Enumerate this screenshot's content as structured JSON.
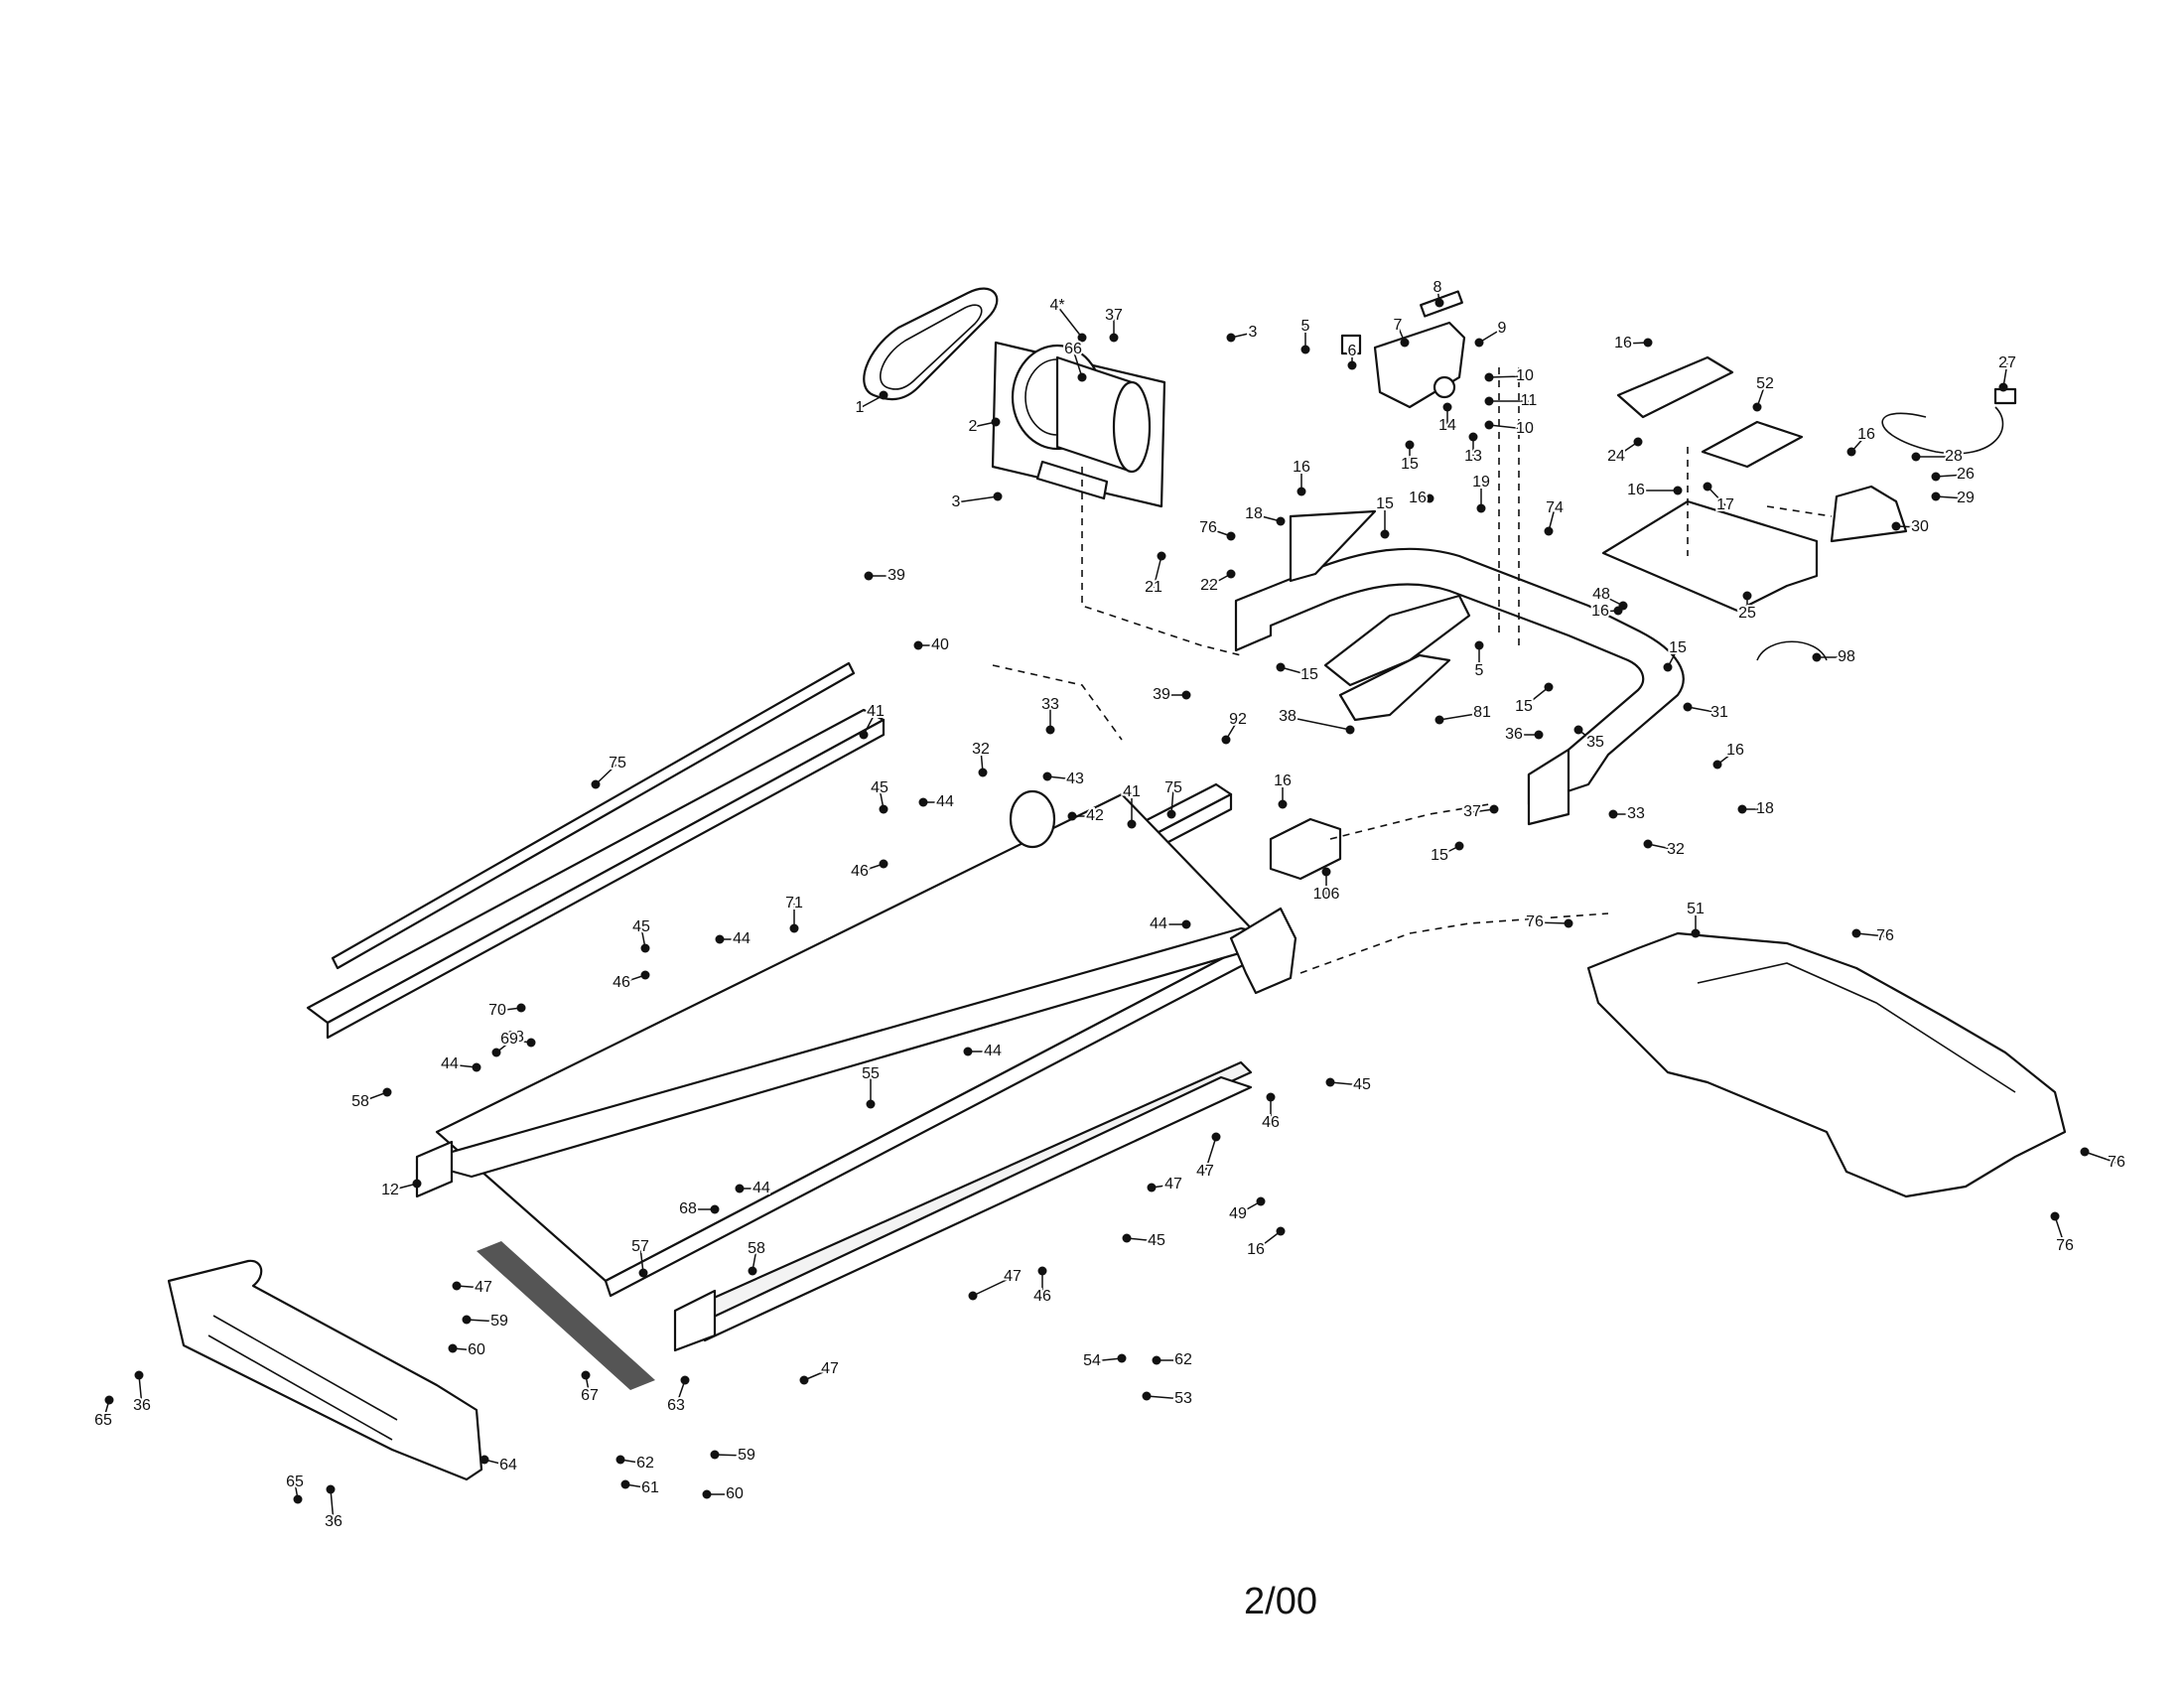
{
  "footer": {
    "date_code": "2/00"
  },
  "callouts": [
    {
      "id": "c1",
      "label": "1"
    },
    {
      "id": "c2",
      "label": "2"
    },
    {
      "id": "c3a",
      "label": "3"
    },
    {
      "id": "c3b",
      "label": "3"
    },
    {
      "id": "c4",
      "label": "4*"
    },
    {
      "id": "c5a",
      "label": "5"
    },
    {
      "id": "c5b",
      "label": "5"
    },
    {
      "id": "c6",
      "label": "6"
    },
    {
      "id": "c7",
      "label": "7"
    },
    {
      "id": "c8",
      "label": "8"
    },
    {
      "id": "c9",
      "label": "9"
    },
    {
      "id": "c10a",
      "label": "10"
    },
    {
      "id": "c10b",
      "label": "10"
    },
    {
      "id": "c11",
      "label": "11"
    },
    {
      "id": "c12",
      "label": "12"
    },
    {
      "id": "c13",
      "label": "13"
    },
    {
      "id": "c14",
      "label": "14"
    },
    {
      "id": "c15a",
      "label": "15"
    },
    {
      "id": "c15b",
      "label": "15"
    },
    {
      "id": "c15c",
      "label": "15"
    },
    {
      "id": "c15d",
      "label": "15"
    },
    {
      "id": "c15e",
      "label": "15"
    },
    {
      "id": "c15f",
      "label": "15"
    },
    {
      "id": "c16a",
      "label": "16"
    },
    {
      "id": "c16b",
      "label": "16"
    },
    {
      "id": "c16c",
      "label": "16"
    },
    {
      "id": "c16d",
      "label": "16"
    },
    {
      "id": "c16e",
      "label": "16"
    },
    {
      "id": "c16f",
      "label": "16"
    },
    {
      "id": "c16g",
      "label": "16"
    },
    {
      "id": "c16h",
      "label": "16"
    },
    {
      "id": "c16i",
      "label": "16"
    },
    {
      "id": "c17",
      "label": "17"
    },
    {
      "id": "c18a",
      "label": "18"
    },
    {
      "id": "c18b",
      "label": "18"
    },
    {
      "id": "c19",
      "label": "19"
    },
    {
      "id": "c21",
      "label": "21"
    },
    {
      "id": "c22",
      "label": "22"
    },
    {
      "id": "c24",
      "label": "24"
    },
    {
      "id": "c25",
      "label": "25"
    },
    {
      "id": "c26",
      "label": "26"
    },
    {
      "id": "c27",
      "label": "27"
    },
    {
      "id": "c28",
      "label": "28"
    },
    {
      "id": "c29",
      "label": "29"
    },
    {
      "id": "c30",
      "label": "30"
    },
    {
      "id": "c31",
      "label": "31"
    },
    {
      "id": "c32a",
      "label": "32"
    },
    {
      "id": "c32b",
      "label": "32"
    },
    {
      "id": "c33a",
      "label": "33"
    },
    {
      "id": "c33b",
      "label": "33"
    },
    {
      "id": "c35",
      "label": "35"
    },
    {
      "id": "c36a",
      "label": "36"
    },
    {
      "id": "c36b",
      "label": "36"
    },
    {
      "id": "c36c",
      "label": "36"
    },
    {
      "id": "c37a",
      "label": "37"
    },
    {
      "id": "c37b",
      "label": "37"
    },
    {
      "id": "c38",
      "label": "38"
    },
    {
      "id": "c39a",
      "label": "39"
    },
    {
      "id": "c39b",
      "label": "39"
    },
    {
      "id": "c40",
      "label": "40"
    },
    {
      "id": "c41a",
      "label": "41"
    },
    {
      "id": "c41b",
      "label": "41"
    },
    {
      "id": "c42",
      "label": "42"
    },
    {
      "id": "c43",
      "label": "43"
    },
    {
      "id": "c44a",
      "label": "44"
    },
    {
      "id": "c44b",
      "label": "44"
    },
    {
      "id": "c44c",
      "label": "44"
    },
    {
      "id": "c44d",
      "label": "44"
    },
    {
      "id": "c44e",
      "label": "44"
    },
    {
      "id": "c44f",
      "label": "44"
    },
    {
      "id": "c45a",
      "label": "45"
    },
    {
      "id": "c45b",
      "label": "45"
    },
    {
      "id": "c45c",
      "label": "45"
    },
    {
      "id": "c45d",
      "label": "45"
    },
    {
      "id": "c46a",
      "label": "46"
    },
    {
      "id": "c46b",
      "label": "46"
    },
    {
      "id": "c46c",
      "label": "46"
    },
    {
      "id": "c46d",
      "label": "46"
    },
    {
      "id": "c47a",
      "label": "47"
    },
    {
      "id": "c47b",
      "label": "47"
    },
    {
      "id": "c47c",
      "label": "47"
    },
    {
      "id": "c47d",
      "label": "47"
    },
    {
      "id": "c47e",
      "label": "47"
    },
    {
      "id": "c48",
      "label": "48"
    },
    {
      "id": "c49",
      "label": "49"
    },
    {
      "id": "c51",
      "label": "51"
    },
    {
      "id": "c52",
      "label": "52"
    },
    {
      "id": "c53",
      "label": "53"
    },
    {
      "id": "c54",
      "label": "54"
    },
    {
      "id": "c55",
      "label": "55"
    },
    {
      "id": "c57",
      "label": "57"
    },
    {
      "id": "c58a",
      "label": "58"
    },
    {
      "id": "c58b",
      "label": "58"
    },
    {
      "id": "c59a",
      "label": "59"
    },
    {
      "id": "c59b",
      "label": "59"
    },
    {
      "id": "c60a",
      "label": "60"
    },
    {
      "id": "c60b",
      "label": "60"
    },
    {
      "id": "c61",
      "label": "61"
    },
    {
      "id": "c62a",
      "label": "62"
    },
    {
      "id": "c62b",
      "label": "62"
    },
    {
      "id": "c63",
      "label": "63"
    },
    {
      "id": "c64",
      "label": "64"
    },
    {
      "id": "c65a",
      "label": "65"
    },
    {
      "id": "c65b",
      "label": "65"
    },
    {
      "id": "c66",
      "label": "66"
    },
    {
      "id": "c67",
      "label": "67"
    },
    {
      "id": "c68a",
      "label": "68"
    },
    {
      "id": "c68b",
      "label": "68"
    },
    {
      "id": "c69",
      "label": "69"
    },
    {
      "id": "c70",
      "label": "70"
    },
    {
      "id": "c71",
      "label": "71"
    },
    {
      "id": "c74",
      "label": "74"
    },
    {
      "id": "c75a",
      "label": "75"
    },
    {
      "id": "c75b",
      "label": "75"
    },
    {
      "id": "c76a",
      "label": "76"
    },
    {
      "id": "c76b",
      "label": "76"
    },
    {
      "id": "c76c",
      "label": "76"
    },
    {
      "id": "c76d",
      "label": "76"
    },
    {
      "id": "c76e",
      "label": "76"
    },
    {
      "id": "c81",
      "label": "81"
    },
    {
      "id": "c92",
      "label": "92"
    },
    {
      "id": "c98",
      "label": "98"
    },
    {
      "id": "c106",
      "label": "106"
    }
  ]
}
